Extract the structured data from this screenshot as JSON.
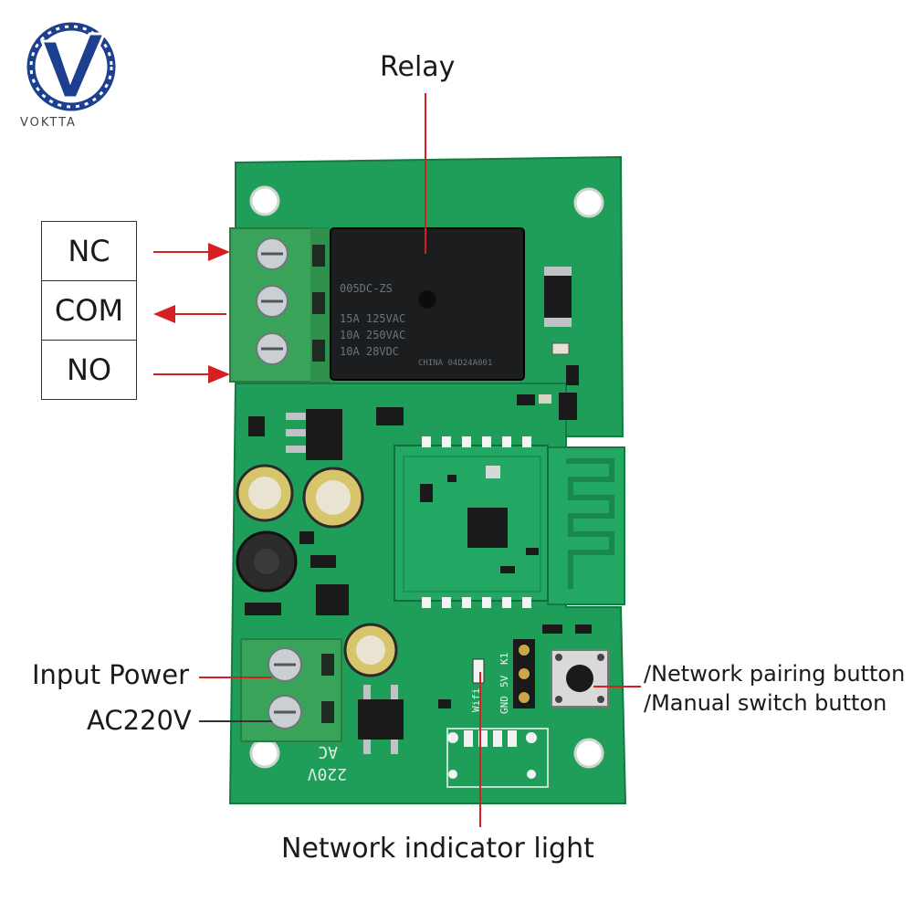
{
  "brand": {
    "name": "VOKTTA",
    "accent": "#1d3f8f"
  },
  "labels": {
    "relay": "Relay",
    "nc": "NC",
    "com": "COM",
    "no": "NO",
    "input_power": "Input Power",
    "ac220v": "AC220V",
    "pairing_button": "/Network pairing button",
    "manual_switch": "/Manual switch button",
    "indicator_light": "Network indicator light"
  },
  "board_markings": {
    "relay_model": "005DC-ZS",
    "relay_rating_1": "15A 125VAC",
    "relay_rating_2": "10A 250VAC",
    "relay_rating_3": "10A 28VDC",
    "relay_origin": "CHINA 04D24A001",
    "silk_ac": "AC",
    "silk_220v": "220V",
    "silk_wifi": "Wifi",
    "silk_gnd": "GND",
    "silk_5v": "5V",
    "silk_k1": "K1"
  },
  "colors": {
    "pcb": "#1f9e5a",
    "pcb_dark": "#147a43",
    "arrow": "#d42020",
    "terminal": "#3aa35a"
  }
}
